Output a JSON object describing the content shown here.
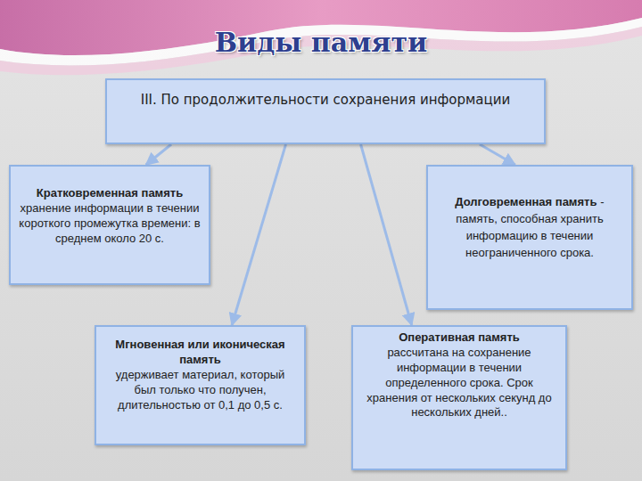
{
  "diagram": {
    "title": "Виды памяти",
    "nodes": [
      {
        "text": [
          "III. По продолжительности сохранения информации"
        ]
      },
      {
        "text": [
          "Кратковременная память",
          "хранение информации в течении короткого промежутка времени: в среднем около 20 с."
        ]
      },
      {
        "text": [
          "Долговременная память",
          "- память, способная хранить информацию в течении неограниченного срока."
        ]
      },
      {
        "text": [
          "Мгновенная или иконическая память",
          "удерживает материал, который был только что получен, длительностью от 0,1 до 0,5 с."
        ]
      },
      {
        "text": [
          "Оперативная память",
          "рассчитана на сохранение информации в течении определенного срока. Срок хранения от нескольких секунд до нескольких дней.."
        ]
      }
    ],
    "edges": [
      {
        "from": 0,
        "to": 1,
        "arrow": "to"
      },
      {
        "from": 0,
        "to": 2,
        "arrow": "to"
      },
      {
        "from": 0,
        "to": 3,
        "arrow": "to"
      },
      {
        "from": 0,
        "to": 4,
        "arrow": "to"
      }
    ]
  }
}
